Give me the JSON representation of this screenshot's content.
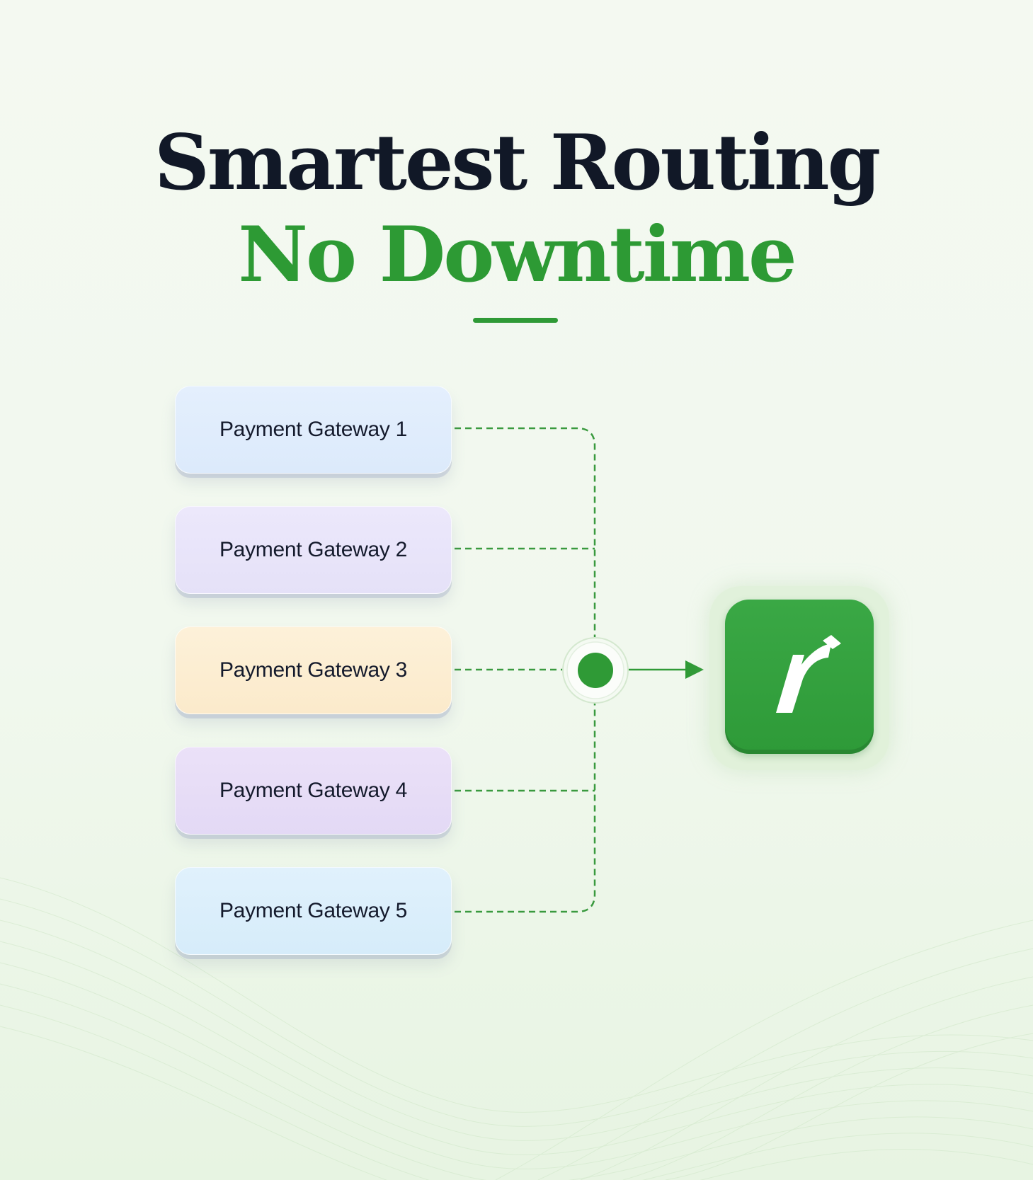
{
  "headline": {
    "line1": "Smartest Routing",
    "line2": "No Downtime"
  },
  "gateways": [
    {
      "label": "Payment Gateway 1"
    },
    {
      "label": "Payment Gateway 2"
    },
    {
      "label": "Payment Gateway 3"
    },
    {
      "label": "Payment Gateway 4"
    },
    {
      "label": "Payment Gateway 5"
    }
  ],
  "router": {
    "icon": "router-hub-icon"
  },
  "app": {
    "icon": "razorpay-logo-icon"
  },
  "colors": {
    "title": "#111827",
    "accent": "#2d9a34",
    "connector": "#3a9a3f"
  }
}
